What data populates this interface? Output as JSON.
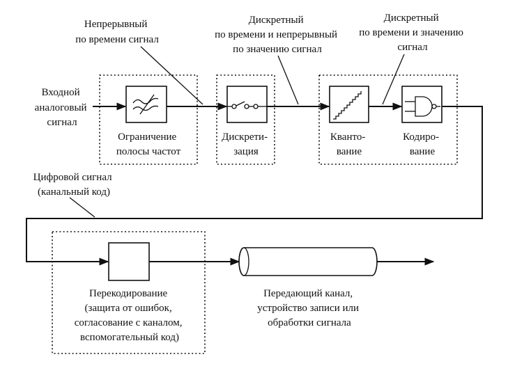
{
  "labels": {
    "input_signal": [
      "Входной",
      "аналоговый",
      "сигнал"
    ],
    "continuous_time": [
      "Непрерывный",
      "по времени сигнал"
    ],
    "discrete_time_continuous_value": [
      "Дискретный",
      "по времени и непрерывный",
      "по значению сигнал"
    ],
    "discrete_time_value": [
      "Дискретный",
      "по времени и значению",
      "сигнал"
    ],
    "bandlimit": [
      "Ограничение",
      "полосы частот"
    ],
    "sampling": [
      "Дискрети-",
      "зация"
    ],
    "quantization": [
      "Кванто-",
      "вание"
    ],
    "coding": [
      "Кодиро-",
      "вание"
    ],
    "digital_signal": [
      "Цифровой сигнал",
      "(канальный код)"
    ],
    "recoding": [
      "Перекодирование",
      "(защита от ошибок,",
      "согласование с каналом,",
      "вспомогательный код)"
    ],
    "channel": [
      "Передающий канал,",
      "устройство записи или",
      "обработки сигнала"
    ]
  }
}
